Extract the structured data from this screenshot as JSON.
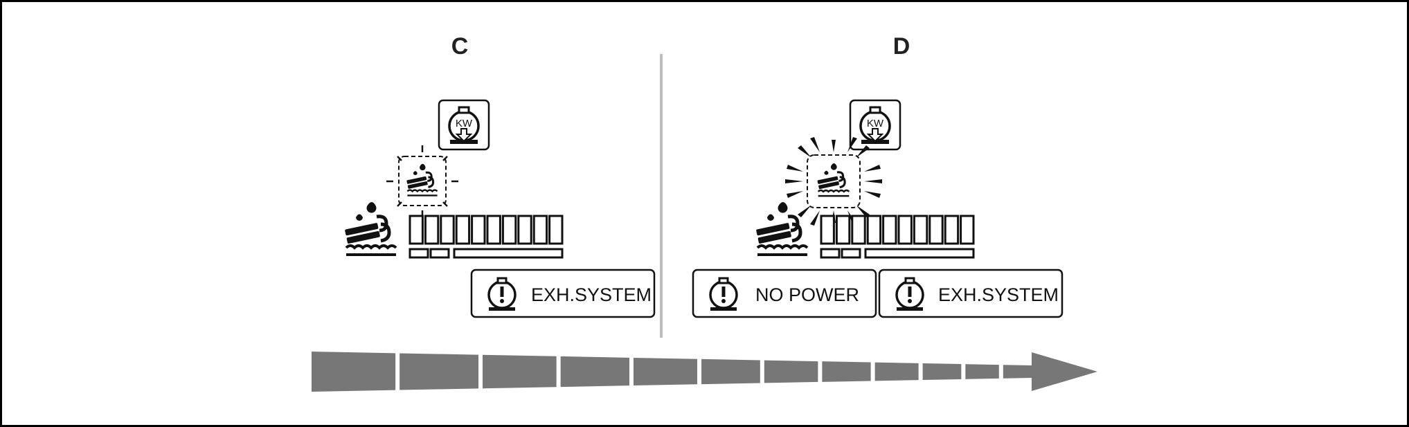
{
  "panels": [
    {
      "label": "C",
      "icon_flash": "small-rays",
      "warnings": [
        {
          "icon": "engine-alert-icon",
          "text": "EXH.SYSTEM"
        }
      ]
    },
    {
      "label": "D",
      "icon_flash": "large-rays",
      "warnings": [
        {
          "icon": "engine-alert-icon",
          "text": "NO POWER"
        },
        {
          "icon": "engine-alert-icon",
          "text": "EXH.SYSTEM"
        }
      ]
    }
  ],
  "power_icon": {
    "icon": "engine-power-reduced-icon",
    "text": "KW"
  },
  "soot_icon": "exhaust-soot-filter-icon",
  "level_bar": {
    "segments": 10,
    "lit_segments": 0
  },
  "time_arrow": {
    "icon": "time-progression-arrow",
    "segments": 12
  },
  "colors": {
    "ink": "#111111",
    "arrow": "#777777",
    "divider": "#bdbdbd",
    "frame": "#000000"
  }
}
